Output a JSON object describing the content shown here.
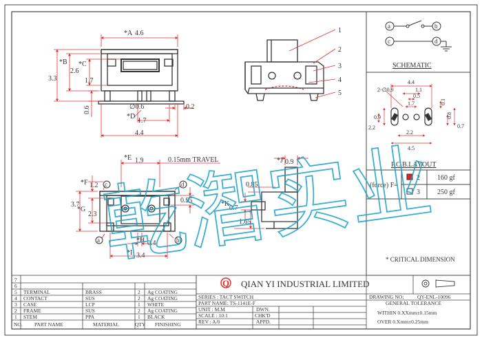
{
  "dims": {
    "a": "*A",
    "a_val": "4.6",
    "b": "*B",
    "b_val": "2.6",
    "c": "*C",
    "c_val": "1.7",
    "h33": "3.3",
    "h06": "0.6",
    "dia06": "∅0.6",
    "d": "*D",
    "d_val": "1.7",
    "w02": "0.2",
    "w44": "4.4",
    "e": "*E",
    "e_val": "1.9",
    "travel": "0.15mm  TRAVEL",
    "f": "*F",
    "f_val": "1.2",
    "h37": "3.7",
    "g": "*G",
    "g_val": "2.3",
    "k095": "0.95",
    "h": "*H",
    "h_val": "0.4",
    "i": "*I",
    "i_val": "3.4",
    "j": "*J",
    "j_val": "0.9",
    "w085": "0.85",
    "k": "*K",
    "k_val": "0.7",
    "h165": "1.65",
    "circ_a": "a",
    "circ_b": "b",
    "circ_c": "c",
    "circ_d": "d"
  },
  "callouts": [
    "1",
    "2",
    "3",
    "4",
    "5"
  ],
  "schematic": {
    "a": "a",
    "b": "b",
    "c": "c",
    "d": "d",
    "title": "SCHEMATIC"
  },
  "pcb": {
    "d44": "4.4",
    "d11": "1.1",
    "d05": "0.5",
    "holes": "2-∅0.9",
    "d17": "1.7",
    "d01": "0.1",
    "d09": "0.9",
    "d22": "2.2",
    "d08": "0.8",
    "d07": "0.7",
    "d22b": "2.2",
    "d45": "4.5",
    "title": "P.C.B.LAYOUT"
  },
  "force": {
    "label": "(force) F=",
    "rows": [
      {
        "no": "2",
        "value": "160 gf",
        "color": "#e02020"
      },
      {
        "no": "3",
        "value": "250 gf",
        "color": "#ffffff"
      }
    ]
  },
  "critical": "* CRITICAL  DIMENSION",
  "bom": {
    "row_numbers": [
      "7",
      "6",
      "5",
      "4",
      "3",
      "2",
      "1"
    ],
    "rows": [
      {
        "no": "7",
        "part": "",
        "material": "",
        "qty": "",
        "finishing": ""
      },
      {
        "no": "6",
        "part": "",
        "material": "",
        "qty": "",
        "finishing": ""
      },
      {
        "no": "5",
        "part": "TERMINAL",
        "material": "BRASS",
        "qty": "2",
        "finishing": "Ag COATING"
      },
      {
        "no": "4",
        "part": "CONTACT",
        "material": "SUS",
        "qty": "2",
        "finishing": "Ag COATING"
      },
      {
        "no": "3",
        "part": "CASE",
        "material": "LCP",
        "qty": "1",
        "finishing": "WHITE"
      },
      {
        "no": "2",
        "part": "FRAME",
        "material": "SUS",
        "qty": "2",
        "finishing": "Ag COATING"
      },
      {
        "no": "1",
        "part": "STEM",
        "material": "PPA",
        "qty": "1",
        "finishing": "BLACK"
      }
    ],
    "header": {
      "no": "NO.",
      "part": "PART NAME",
      "material": "MATERIAL",
      "qty": "QTY",
      "finishing": "FINISHING"
    }
  },
  "title_block": {
    "company": "QIAN YI INDUSTRIAL LIMITED",
    "logo": "Q",
    "series": "SERIES : TACT SWITCH",
    "part_name": "PART NAME: TS-1141E-F",
    "unit": "UNIT : M.M",
    "scale": "SCALE : 10:1",
    "rev": "REV  : A/0",
    "dwn": "DWN.",
    "chkd": "CHK'D",
    "appd": "APPD.",
    "drawing_no": "DRAWING NO:",
    "drawing_val": "QY-ENL-10096",
    "tolerance": "GENERAL TOLERANCE",
    "within": "WITHIN  0.XXmm±0.15mm",
    "over": "OVER   0.Xmm±0.25mm"
  },
  "watermark": "乾潪实业",
  "colors": {
    "line": "#333333",
    "dim": "#e03030",
    "watermark": "#1aa0c8"
  }
}
